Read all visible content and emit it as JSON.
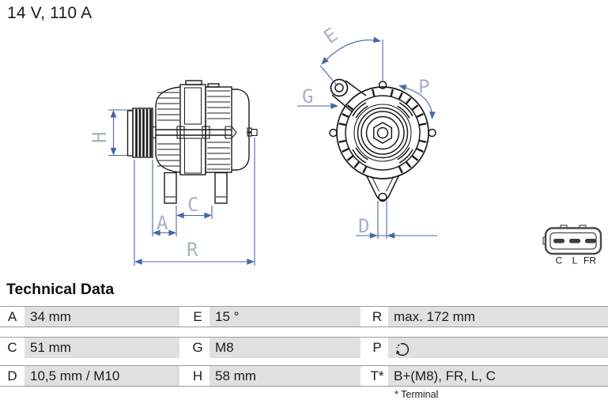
{
  "header": {
    "title": "14 V, 110 A"
  },
  "drawing": {
    "dimension_labels": {
      "H": "H",
      "A": "A",
      "C": "C",
      "R": "R",
      "E": "E",
      "G": "G",
      "P": "P",
      "D": "D"
    },
    "connector": {
      "pin_labels": [
        "C",
        "L",
        "FR"
      ]
    },
    "colors": {
      "dimension_line": "#4767a8",
      "dimension_label": "#a7b2c6",
      "line_art": "#1a1a1a"
    }
  },
  "table": {
    "heading": "Technical Data",
    "rows": [
      [
        {
          "label": "A",
          "value": "34 mm"
        },
        {
          "label": "E",
          "value": "15 °"
        },
        {
          "label": "R",
          "value": "max. 172 mm"
        }
      ],
      [
        {
          "label": "C",
          "value": "51 mm"
        },
        {
          "label": "G",
          "value": "M8"
        },
        {
          "label": "P",
          "value": "",
          "icon": "clockwise-rotation-arrow"
        }
      ],
      [
        {
          "label": "D",
          "value": "10,5 mm / M10"
        },
        {
          "label": "H",
          "value": "58 mm"
        },
        {
          "label": "T*",
          "value": "B+(M8), FR, L, C"
        }
      ]
    ],
    "footnote": "* Terminal",
    "colors": {
      "value_cell_bg": "#e0e0e0",
      "row_border": "#9d9d9d"
    }
  }
}
